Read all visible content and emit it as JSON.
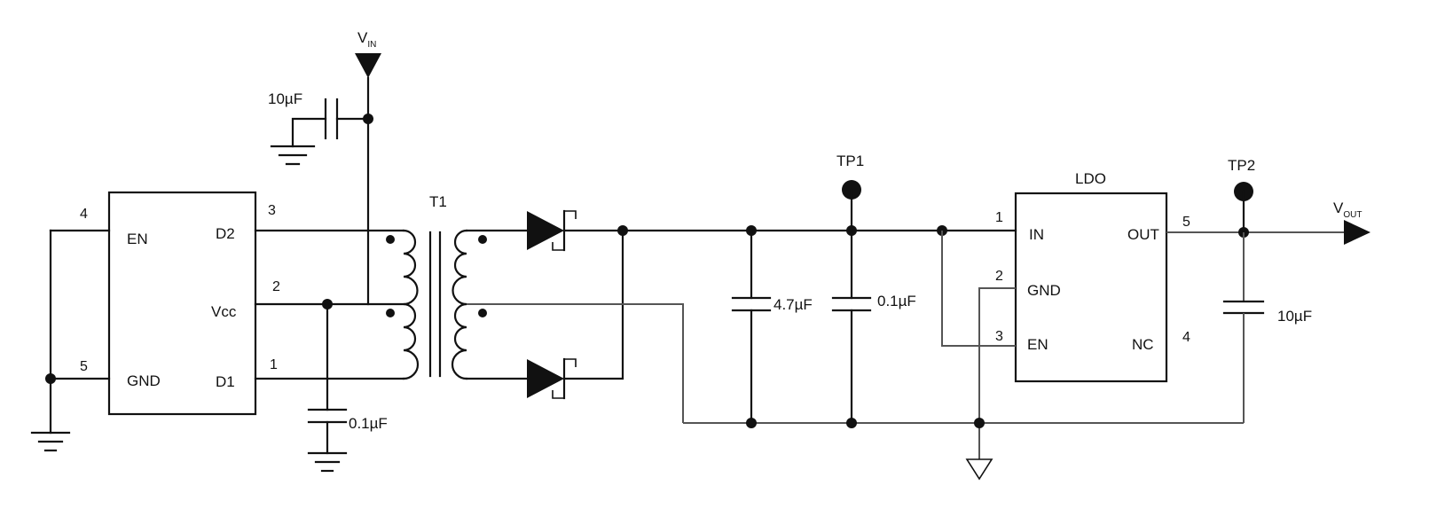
{
  "driver_ic": {
    "pins": {
      "en": "EN",
      "gnd": "GND",
      "d2": "D2",
      "vcc": "Vcc",
      "d1": "D1"
    },
    "pin_numbers": {
      "en": "4",
      "gnd": "5",
      "d2": "3",
      "vcc": "2",
      "d1": "1"
    }
  },
  "vin": {
    "main": "V",
    "sub": "IN"
  },
  "vout": {
    "main": "V",
    "sub": "OUT"
  },
  "transformer": {
    "label": "T1"
  },
  "capacitors": {
    "input_bypass": "10µF",
    "vcc_bypass": "0.1µF",
    "bulk": "4.7µF",
    "hf": "0.1µF",
    "output": "10µF"
  },
  "test_points": {
    "tp1": "TP1",
    "tp2": "TP2"
  },
  "ldo": {
    "title": "LDO",
    "pins": {
      "in": "IN",
      "gnd": "GND",
      "en": "EN",
      "out": "OUT",
      "nc": "NC"
    },
    "pin_numbers": {
      "in": "1",
      "gnd": "2",
      "en": "3",
      "out": "5",
      "nc": "4"
    }
  }
}
